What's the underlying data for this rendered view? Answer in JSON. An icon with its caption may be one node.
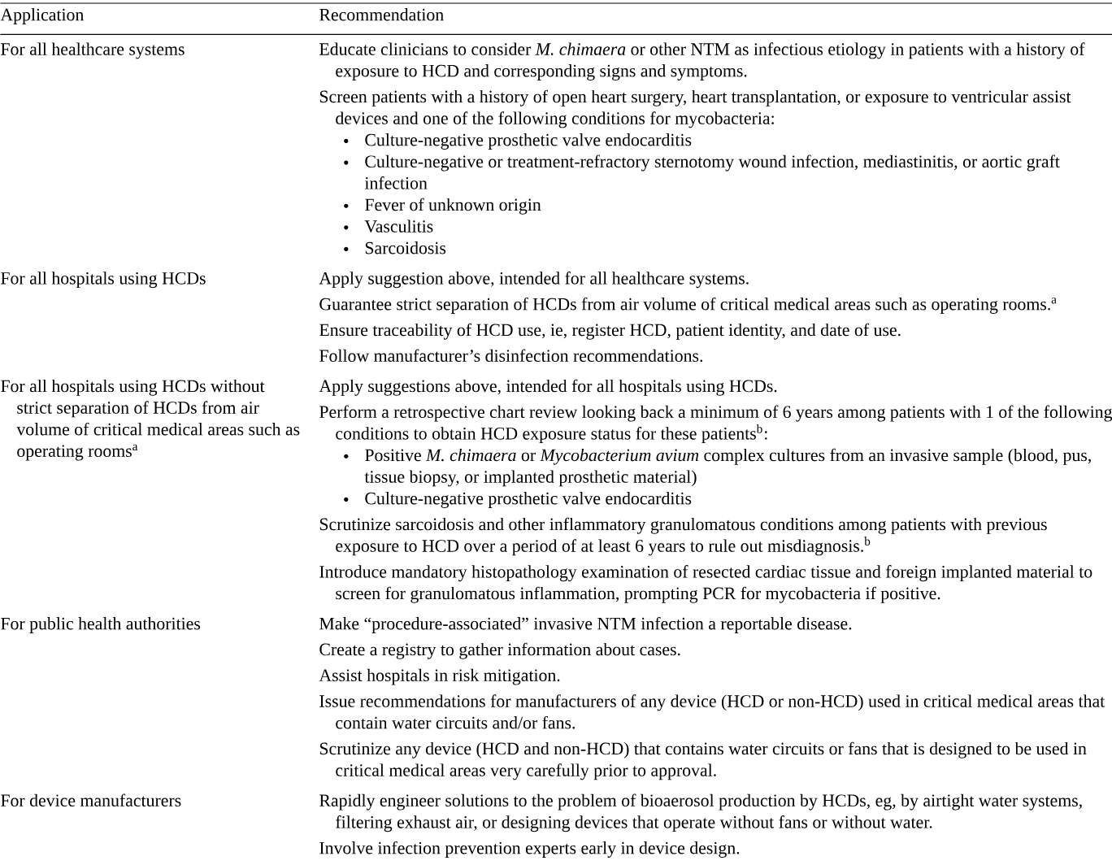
{
  "diagram": {
    "labels": [
      "Application",
      "Recommendation",
      "For all healthcare systems",
      "Educate clinicians to consider *M. chimaera* or other NTM as infectious etiology in patients with a history of exposure to HCD and corresponding signs and symptoms.",
      "Screen patients with a history of open heart surgery, heart transplantation, or exposure to ventricular assist devices and one of the following conditions for mycobacteria:",
      "Culture-negative prosthetic valve endocarditis",
      "Culture-negative or treatment-refractory sternotomy wound infection, mediastinitis, or aortic graft infection",
      "Fever of unknown origin",
      "Vasculitis",
      "Sarcoidosis",
      "For all hospitals using HCDs",
      "Apply suggestion above, intended for all healthcare systems.",
      "Guarantee strict separation of HCDs from air volume of critical medical areas such as operating rooms.$^{a}$",
      "Ensure traceability of HCD use, ie, register HCD, patient identity, and date of use.",
      "Follow manufacturer’s disinfection recommendations.",
      "For all hospitals using HCDs without strict separation of HCDs from air volume of critical medical areas such as operating rooms$^{a}$",
      "Apply suggestions above, intended for all hospitals using HCDs.",
      "Perform a retrospective chart review looking back a minimum of 6 years among patients with 1 of the following conditions to obtain HCD exposure status for these patients$^{b}$:",
      "Positive *M. chimaera* or *Mycobacterium avium* complex cultures from an invasive sample (blood, pus, tissue biopsy, or implanted prosthetic material)",
      "Culture-negative prosthetic valve endocarditis",
      "Scrutinize sarcoidosis and other inflammatory granulomatous conditions among patients with previous exposure to HCD over a period of at least 6 years to rule out misdiagnosis.$^{b}$",
      "Introduce mandatory histopathology examination of resected cardiac tissue and foreign implanted material to screen for granulomatous inflammation, prompting PCR for mycobacteria if positive.",
      "For public health authorities",
      "Make “procedure-associated” invasive NTM infection a reportable disease.",
      "Create a registry to gather information about cases.",
      "Assist hospitals in risk mitigation.",
      "Issue recommendations for manufacturers of any device (HCD or non-HCD) used in critical medical areas that contain water circuits and/or fans.",
      "Scrutinize any device (HCD and non-HCD) that contains water circuits or fans that is designed to be used in critical medical areas very carefully prior to approval.",
      "For device manufacturers",
      "Rapidly engineer solutions to the problem of bioaerosol production by HCDs, eg, by airtight water systems, filtering exhaust air, or designing devices that operate without fans or without water.",
      "Involve infection prevention experts early in device design."
    ]
  }
}
